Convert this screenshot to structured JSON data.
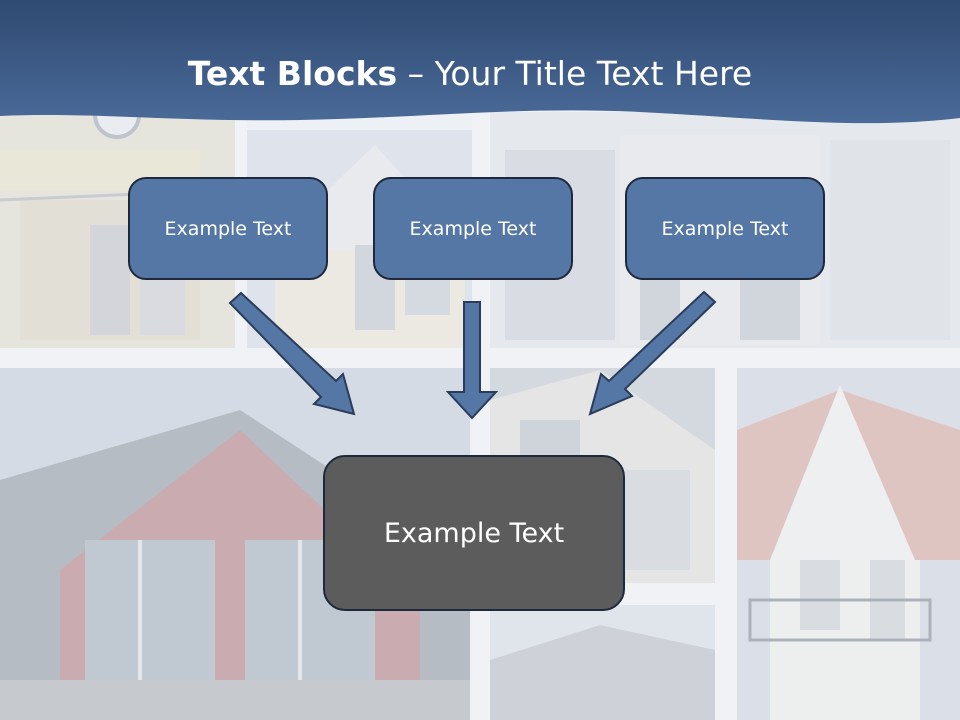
{
  "slide": {
    "title_bold": "Text Blocks",
    "title_dash": "–",
    "title_rest": "Your Title Text Here",
    "top_blocks": [
      {
        "label": "Example Text"
      },
      {
        "label": "Example Text"
      },
      {
        "label": "Example Text"
      }
    ],
    "center_block": {
      "label": "Example Text"
    },
    "arrow_icon": "arrow-icon"
  },
  "colors": {
    "header": "#3f5f8c",
    "block_fill": "#5577a6",
    "center_fill": "#5c5c5c",
    "arrow_fill": "#5577a6",
    "border": "#1e2a3c"
  }
}
